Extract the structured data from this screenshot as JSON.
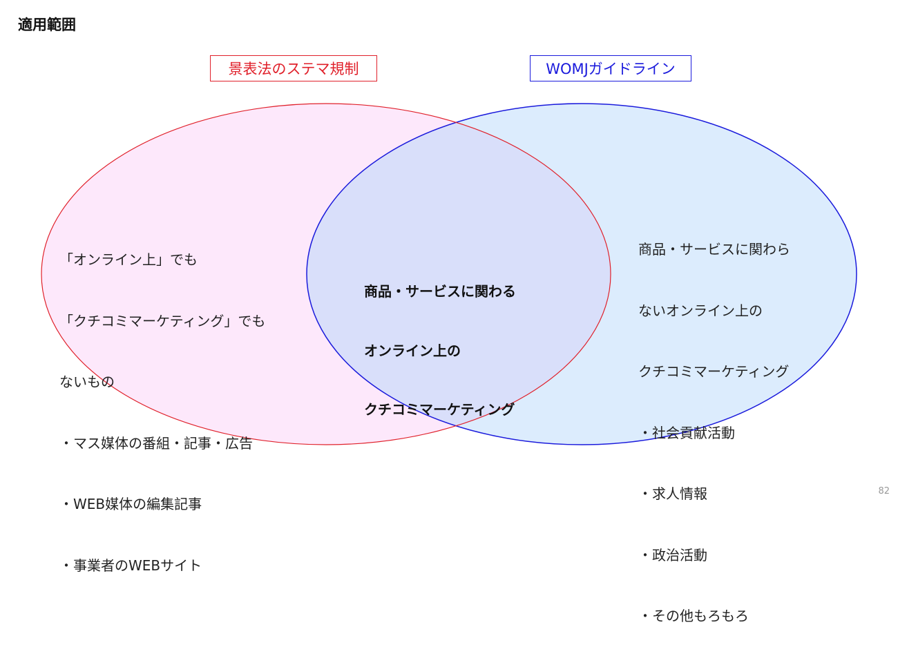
{
  "title": "適用範囲",
  "left_set": {
    "label": "景表法のステマ規制",
    "color": "#e0202a",
    "fill": "#fde8fb",
    "lines": [
      "「オンライン上」でも",
      "「クチコミマーケティング」でも",
      "ないもの",
      "・マス媒体の番組・記事・広告",
      "・WEB媒体の編集記事",
      "・事業者のWEBサイト"
    ]
  },
  "right_set": {
    "label": "WOMJガイドライン",
    "color": "#1a1adc",
    "fill": "#dcecfd",
    "lines": [
      "商品・サービスに関わら",
      "ないオンライン上の",
      "クチコミマーケティング",
      "・社会貢献活動",
      "・求人情報",
      "・政治活動",
      "・その他もろもろ"
    ]
  },
  "intersection": {
    "fill": "#d9dffa",
    "lines": [
      "商品・サービスに関わる",
      "オンライン上の",
      "クチコミマーケティング"
    ]
  },
  "page_number": "82"
}
